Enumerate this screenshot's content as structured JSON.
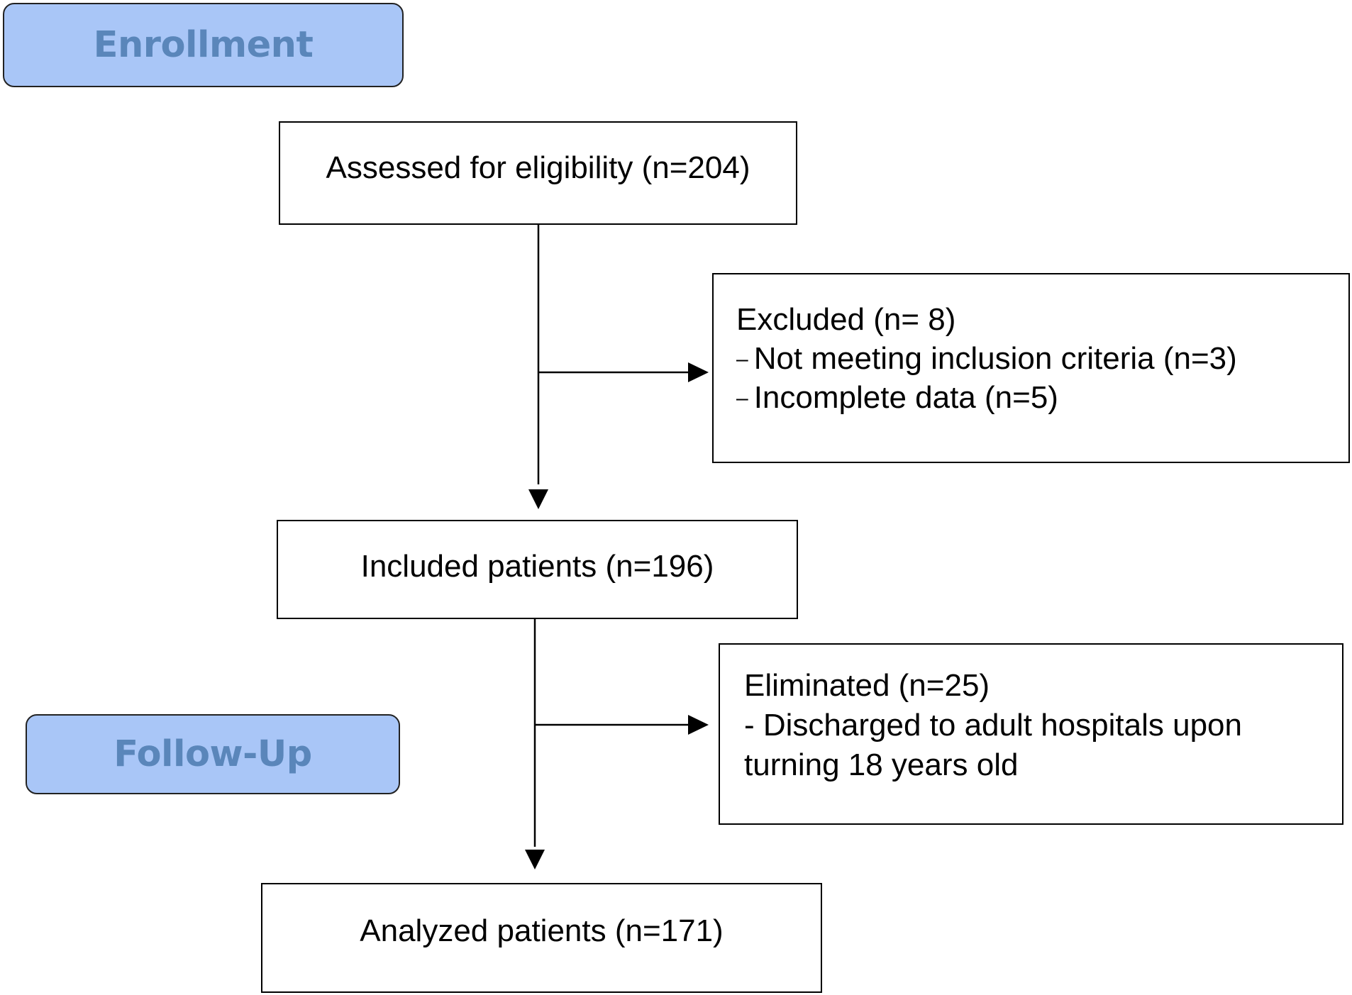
{
  "stages": {
    "enrollment": "Enrollment",
    "follow_up": "Follow-Up"
  },
  "boxes": {
    "assessed": "Assessed for eligibility (n=204)",
    "excluded": {
      "title": "Excluded (n= 8)",
      "items": [
        {
          "marker": "–",
          "text": "Not meeting inclusion criteria (n=3)"
        },
        {
          "marker": "–",
          "text": "Incomplete data (n=5)"
        }
      ]
    },
    "included": "Included patients (n=196)",
    "eliminated": {
      "title": "Eliminated (n=25)",
      "lines": [
        "- Discharged to adult hospitals upon",
        "turning 18 years old"
      ]
    },
    "analyzed": "Analyzed patients (n=171)"
  },
  "colors": {
    "stage_fill": "#a9c6f7",
    "stage_text": "#5a86ba",
    "stroke": "#000000"
  }
}
